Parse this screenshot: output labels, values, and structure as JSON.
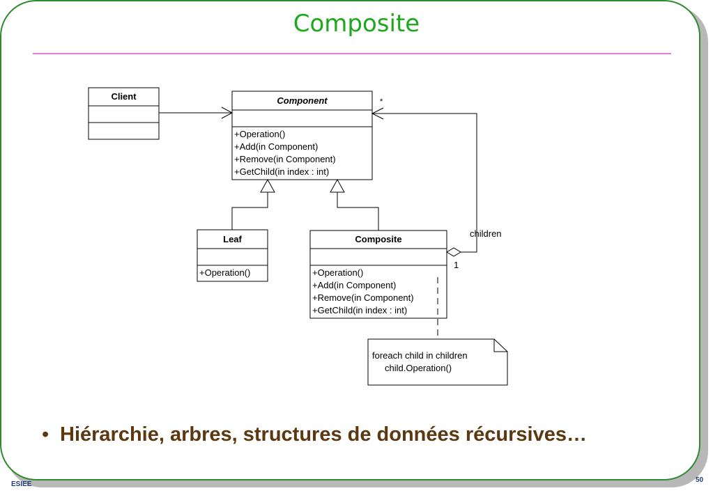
{
  "slide": {
    "title": "Composite",
    "bullet": "Hiérarchie, arbres, structures de données récursives…",
    "footer_left": "ESIEE",
    "page_number": "50"
  },
  "diagram": {
    "client": {
      "name": "Client"
    },
    "component": {
      "name": "Component",
      "operations": [
        "+Operation()",
        "+Add(in Component)",
        "+Remove(in Component)",
        "+GetChild(in index : int)"
      ]
    },
    "leaf": {
      "name": "Leaf",
      "operations": [
        "+Operation()"
      ]
    },
    "composite": {
      "name": "Composite",
      "operations": [
        "+Operation()",
        "+Add(in Component)",
        "+Remove(in Component)",
        "+GetChild(in index : int)"
      ]
    },
    "association": {
      "role": "children",
      "mult_many": "*",
      "mult_one": "1"
    },
    "note": {
      "lines": [
        "foreach child in children",
        "child.Operation()"
      ]
    }
  }
}
